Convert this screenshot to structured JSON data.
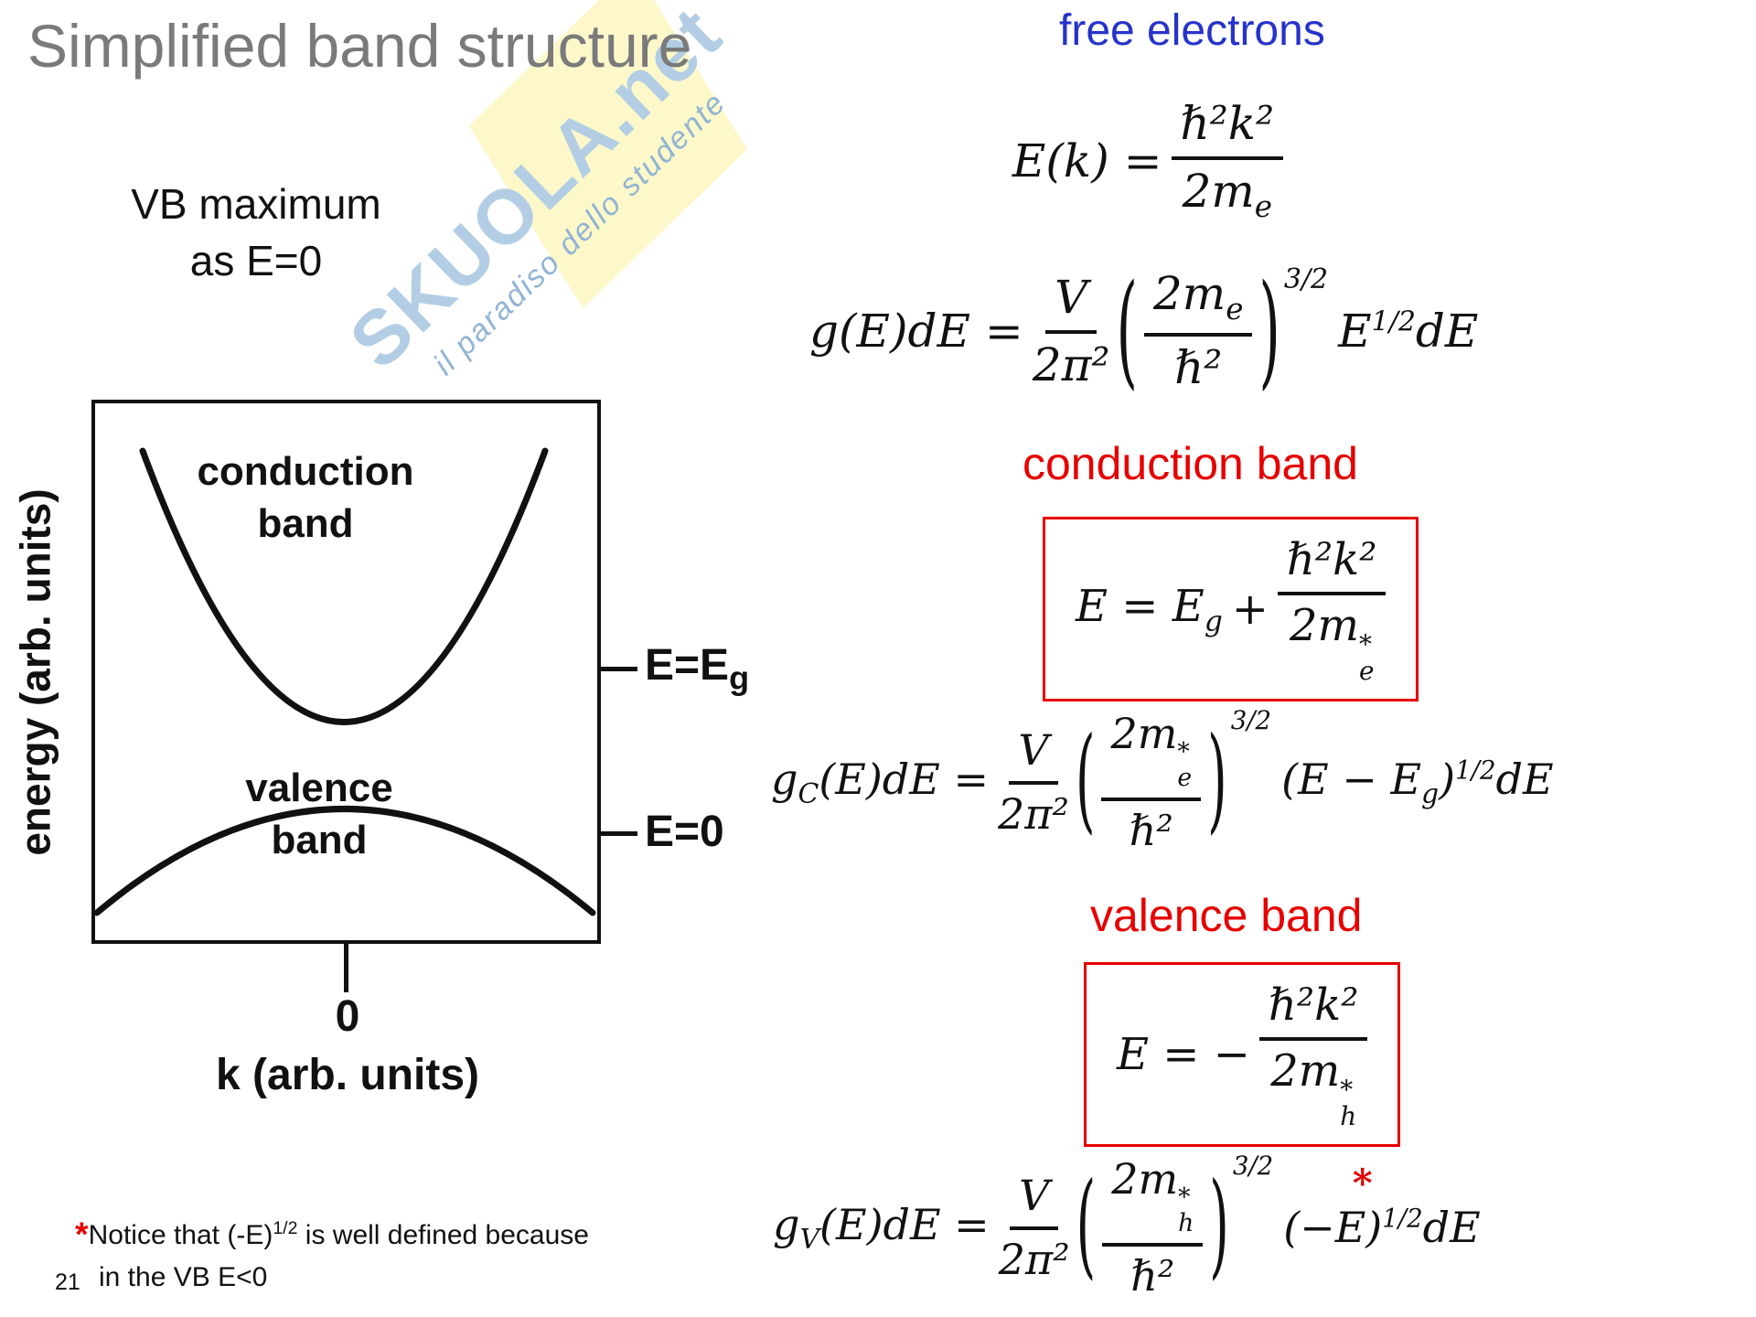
{
  "colors": {
    "accent_red": "#e60000",
    "heading_blue": "#2633cb",
    "title_gray": "#7a7a7a"
  },
  "slide": {
    "title": "Simplified band structure",
    "page_number": "21"
  },
  "watermark": {
    "line1": "SKUOLA.net",
    "line2": "il paradiso dello studente"
  },
  "annotations": {
    "vb_note_line1": "VB maximum",
    "vb_note_line2": "as E=0"
  },
  "diagram": {
    "y_axis_label": "energy (arb. units)",
    "x_axis_label": "k (arb. units)",
    "origin_label": "0",
    "cb_line1": "conduction",
    "cb_line2": "band",
    "vb_line1": "valence",
    "vb_line2": "band",
    "eg_base": "E=E",
    "eg_sub": "g",
    "e0_label": "E=0"
  },
  "headings": {
    "free_electrons": "free electrons",
    "conduction_band": "conduction band",
    "valence_band": "valence band"
  },
  "equations": {
    "free_ek": {
      "lhs": "E(k) =",
      "num": "ℏ²k²",
      "den_base": "2m",
      "den_sub": "e"
    },
    "free_dos": {
      "lhs": "g(E)dE =",
      "f1_num": "V",
      "f1_den": "2π²",
      "f2_num_base": "2m",
      "f2_num_sub": "e",
      "f2_den": "ℏ²",
      "exp": "3/2",
      "tail_base": "E",
      "tail_exp": "1/2",
      "tail_end": "dE"
    },
    "cb_energy": {
      "lhs_base": "E = E",
      "lhs_sub": "g",
      "op": "+",
      "num": "ℏ²k²",
      "den_base": "2m",
      "den_sup": "*",
      "den_sub": "e"
    },
    "cb_dos": {
      "lhs_base": "g",
      "lhs_sub": "C",
      "lhs_rest": "(E)dE =",
      "f1_num": "V",
      "f1_den": "2π²",
      "f2_num_base": "2m",
      "f2_num_sup": "*",
      "f2_num_sub": "e",
      "f2_den": "ℏ²",
      "exp": "3/2",
      "tail_open": "(E − E",
      "tail_sub": "g",
      "tail_close": ")",
      "tail_exp": "1/2",
      "tail_end": "dE"
    },
    "vb_energy": {
      "lhs": "E = −",
      "num": "ℏ²k²",
      "den_base": "2m",
      "den_sup": "*",
      "den_sub": "h"
    },
    "vb_dos": {
      "lhs_base": "g",
      "lhs_sub": "V",
      "lhs_rest": "(E)dE =",
      "f1_num": "V",
      "f1_den": "2π²",
      "f2_num_base": "2m",
      "f2_num_sup": "*",
      "f2_num_sub": "h",
      "f2_den": "ℏ²",
      "exp": "3/2",
      "star": "*",
      "tail_base": "(−E)",
      "tail_exp": "1/2",
      "tail_end": "dE"
    }
  },
  "footnote": {
    "star": "*",
    "line1_pre": "Notice that (-E)",
    "line1_exp": "1/2",
    "line1_post": " is well defined because",
    "line2": "in the VB E<0"
  }
}
